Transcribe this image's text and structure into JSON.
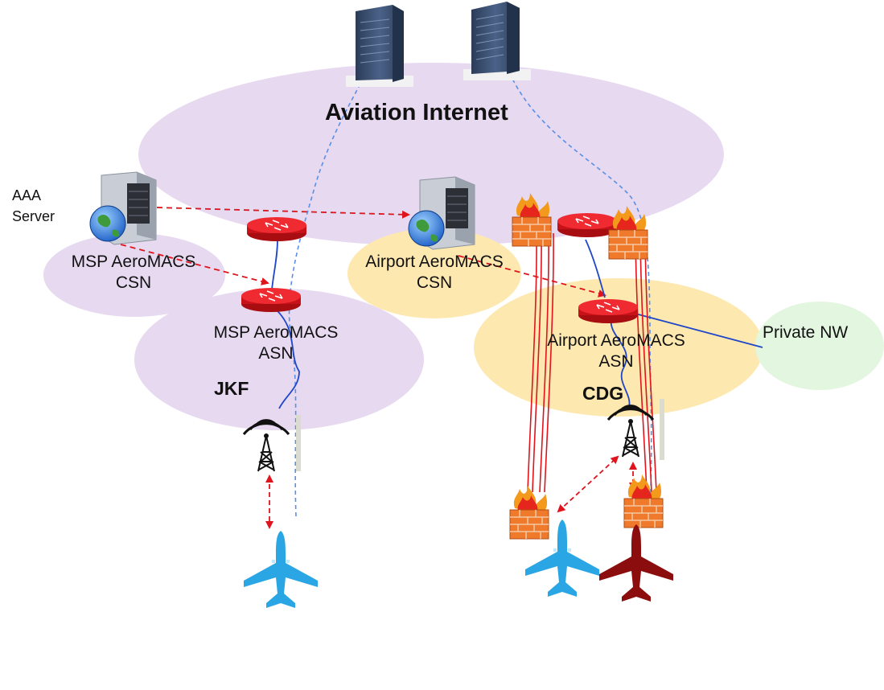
{
  "title": "Aviation Internet",
  "labels": {
    "aaa_server": "AAA\nServer",
    "msp_csn": "MSP AeroMACS\nCSN",
    "airport_csn": "Airport AeroMACS\nCSN",
    "msp_asn": "MSP AeroMACS\nASN",
    "airport_asn": "Airport AeroMACS\nASN",
    "private_nw": "Private NW",
    "jkf": "JKF",
    "cdg": "CDG"
  },
  "colors": {
    "aviation_internet": "#e6d9f0",
    "msp_network": "#e6d9f0",
    "airport_network": "#fde9b0",
    "private_network": "#e3f6df",
    "router": "#e0141c",
    "server": "#34496a",
    "firewall": "#f07a2c",
    "aircraft_standard": "#29a6e3",
    "aircraft_secure": "#8b0d0d",
    "link_dashed_blue": "#5b8fe6",
    "link_dashed_red": "#e0141c",
    "link_solid_blue": "#1f46c8",
    "tunnel_red": "#e0141c"
  },
  "icons": [
    "server-icon",
    "aaa-server-icon",
    "router-icon",
    "firewall-icon",
    "antenna-tower-icon",
    "aircraft-icon"
  ]
}
